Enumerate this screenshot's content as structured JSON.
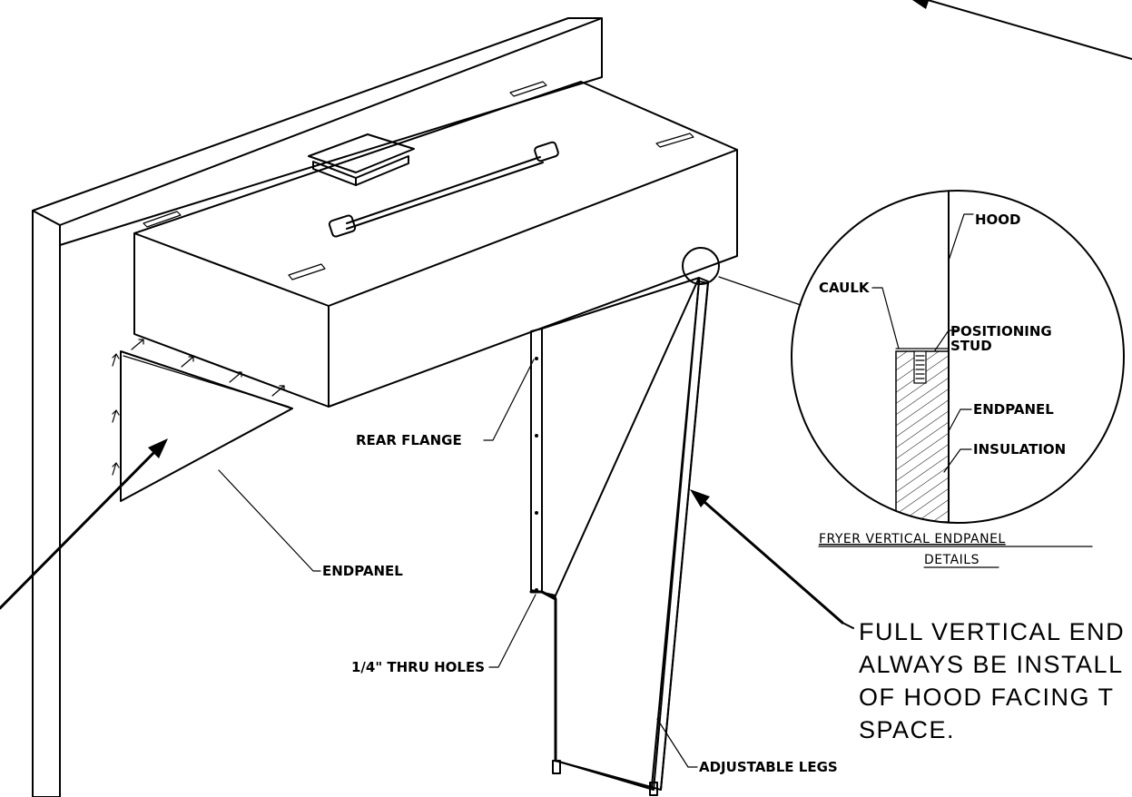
{
  "labels": {
    "hood": "HOOD",
    "caulk": "CAULK",
    "positioning_stud_line1": "POSITIONING",
    "positioning_stud_line2": "STUD",
    "endpanel_detail": "ENDPANEL",
    "insulation": "INSULATION",
    "rear_flange": "REAR FLANGE",
    "endpanel": "ENDPANEL",
    "thru_holes": "1/4\" THRU HOLES",
    "adjustable_legs": "ADJUSTABLE LEGS"
  },
  "detail_title": {
    "line1": "FRYER VERTICAL ENDPANEL",
    "line2": "DETAILS"
  },
  "note": {
    "line1": "FULL VERTICAL END",
    "line2": "ALWAYS BE INSTALL",
    "line3": "OF HOOD FACING T",
    "line4": "SPACE."
  }
}
